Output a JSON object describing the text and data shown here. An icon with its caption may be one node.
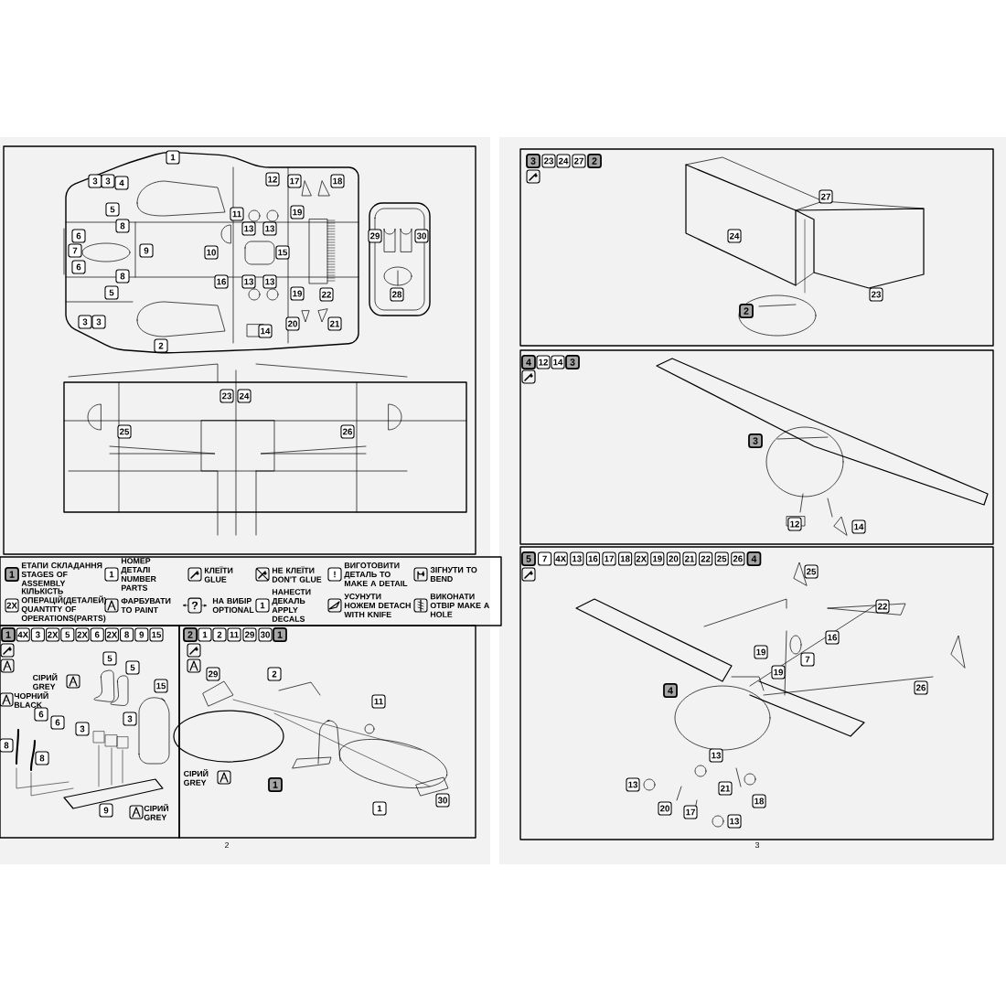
{
  "diagram": {
    "labels": [
      "1",
      "3",
      "3",
      "4",
      "12",
      "17",
      "18",
      "5",
      "11",
      "19",
      "8",
      "13",
      "13",
      "6",
      "29",
      "30",
      "7",
      "9",
      "10",
      "15",
      "6",
      "8",
      "16",
      "13",
      "13",
      "5",
      "19",
      "22",
      "28",
      "3",
      "3",
      "20",
      "21",
      "14",
      "2",
      "23",
      "24",
      "25",
      "26",
      "1",
      "ЕТАПИ СКЛАДАННЯ STAGES OF ASSEMBLY",
      "1",
      "НОМЕР ДЕТАЛІ NUMBER PARTS",
      "КЛЕЇТИ GLUE",
      "НЕ КЛЕЇТИ DON'T GLUE",
      "!",
      "ВИГОТОВИТИ ДЕТАЛЬ TO MAKE A DETAIL",
      "ЗІГНУТИ TO BEND",
      "2X",
      "КІЛЬКІСТЬ ОПЕРАЦІЙ(ДЕТАЛЕЙ) QUANTITY OF OPERATIONS(PARTS)",
      "ФАРБУВАТИ TO PAINT",
      "?",
      "НА ВИБІР OPTIONAL",
      "1",
      "НАНЕСТИ ДЕКАЛЬ APPLY DECALS",
      "УСУНУТИ НОЖЕМ DETACH WITH KNIFE",
      "ВИКОНАТИ ОТВІР MAKE A HOLE",
      "1",
      "4X",
      "3",
      "2X",
      "5",
      "2X",
      "6",
      "2X",
      "8",
      "9",
      "15",
      "5",
      "5",
      "15",
      "СІРИЙ GREY",
      "ЧОРНИЙ BLACK",
      "6",
      "6",
      "3",
      "3",
      "8",
      "8",
      "9",
      "СІРИЙ GREY",
      "2",
      "1",
      "2",
      "11",
      "29",
      "30",
      "1",
      "29",
      "2",
      "11",
      "СІРИЙ GREY",
      "1",
      "30",
      "1",
      "3",
      "23",
      "24",
      "27",
      "2",
      "27",
      "24",
      "23",
      "2",
      "4",
      "12",
      "14",
      "3",
      "3",
      "12",
      "14",
      "5",
      "7",
      "4X",
      "13",
      "16",
      "17",
      "18",
      "2X",
      "19",
      "20",
      "21",
      "22",
      "25",
      "26",
      "4",
      "25",
      "22",
      "16",
      "19",
      "7",
      "19",
      "4",
      "26",
      "13",
      "13",
      "21",
      "18",
      "20",
      "17",
      "13",
      "2",
      "3"
    ]
  }
}
